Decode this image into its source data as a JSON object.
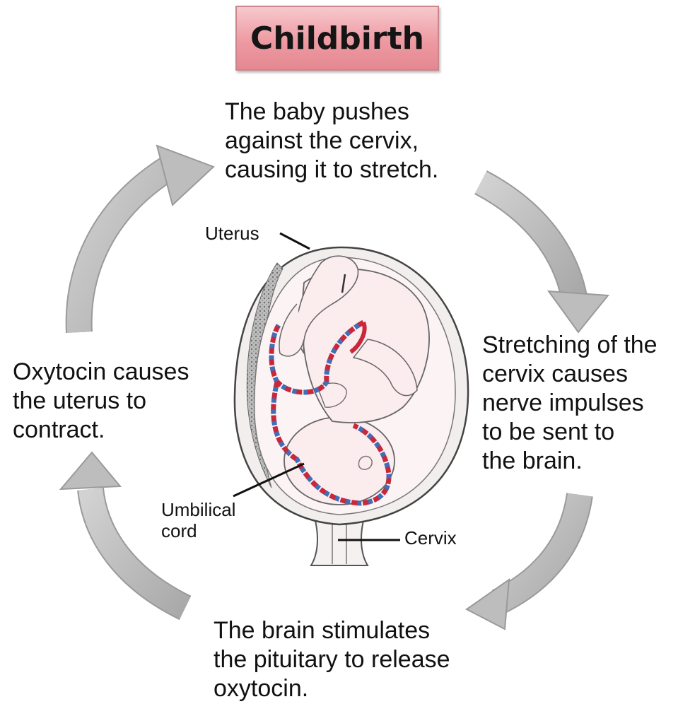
{
  "title": "Childbirth",
  "steps": {
    "top": "The baby pushes\nagainst the cervix,\ncausing it to stretch.",
    "right": "Stretching of the\ncervix causes\nnerve impulses\nto be sent to\nthe brain.",
    "bottom": "The brain stimulates\nthe pituitary to release\noxytocin.",
    "left": "Oxytocin causes\nthe uterus to\ncontract."
  },
  "labels": {
    "uterus": "Uterus",
    "umbilical_cord": "Umbilical\ncord",
    "cervix": "Cervix"
  },
  "colors": {
    "title_fill": "#ee9aa2",
    "arrow_fill": "#b9b9b9",
    "cord_red": "#c8283a",
    "cord_blue": "#3f6fb8"
  }
}
